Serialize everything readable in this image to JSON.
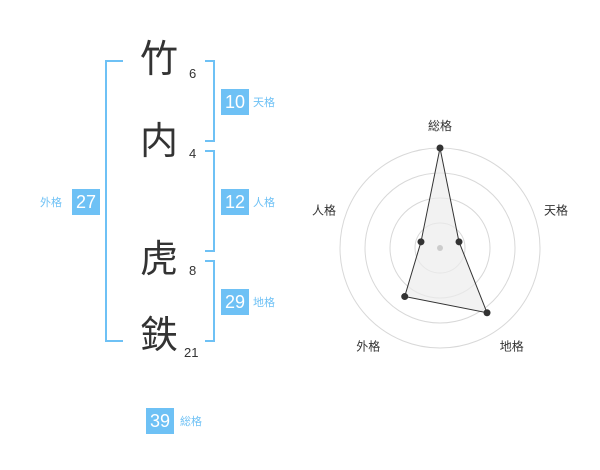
{
  "name": {
    "chars": [
      {
        "char": "竹",
        "strokes": "6"
      },
      {
        "char": "内",
        "strokes": "4"
      },
      {
        "char": "虎",
        "strokes": "8"
      },
      {
        "char": "鉄",
        "strokes": "21"
      }
    ]
  },
  "kaku": {
    "tenkaku": {
      "label": "天格",
      "value": "10"
    },
    "jinkaku": {
      "label": "人格",
      "value": "12"
    },
    "chikaku": {
      "label": "地格",
      "value": "29"
    },
    "gaikaku": {
      "label": "外格",
      "value": "27"
    },
    "soukaku": {
      "label": "総格",
      "value": "39"
    }
  },
  "colors": {
    "accent": "#6ec1f5",
    "text": "#333333"
  },
  "chart_data": {
    "type": "radar",
    "axes": [
      "総格",
      "天格",
      "地格",
      "外格",
      "人格"
    ],
    "values": [
      5,
      1,
      4,
      3,
      1
    ],
    "max": 5,
    "rings": 4
  }
}
